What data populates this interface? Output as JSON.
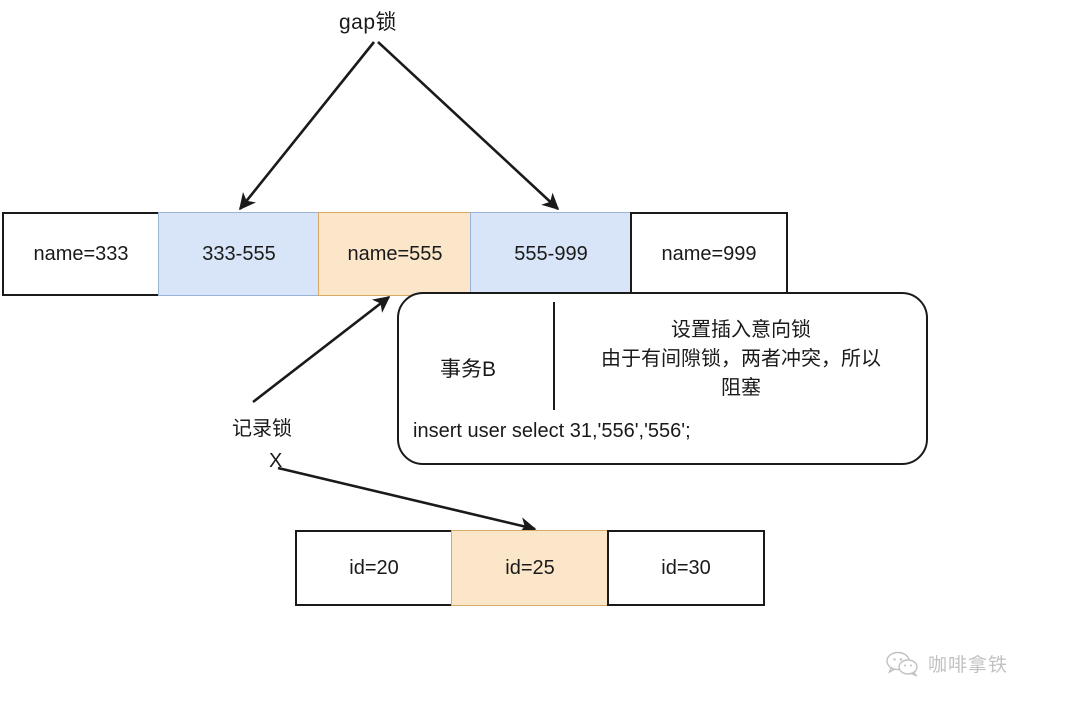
{
  "diagram": {
    "title": "gap锁",
    "record_lock_label": "记录锁",
    "x_mark": "X"
  },
  "index_row": {
    "cells": [
      {
        "label": "name=333",
        "kind": "key"
      },
      {
        "label": "333-555",
        "kind": "gap"
      },
      {
        "label": "name=555",
        "kind": "record"
      },
      {
        "label": "555-999",
        "kind": "gap"
      },
      {
        "label": "name=999",
        "kind": "key"
      }
    ]
  },
  "id_row": {
    "cells": [
      {
        "label": "id=20",
        "kind": "key"
      },
      {
        "label": "id=25",
        "kind": "record"
      },
      {
        "label": "id=30",
        "kind": "key"
      }
    ]
  },
  "callout": {
    "transaction": "事务B",
    "note_line1": "设置插入意向锁",
    "note_line2": "由于有间隙锁，两者冲突，所以",
    "note_line3": "阻塞",
    "sql": "insert user select 31,'556','556';"
  },
  "watermark": {
    "text": "咖啡拿铁",
    "icon": "wechat-icon"
  },
  "colors": {
    "gap_fill": "#d8e5f8",
    "gap_stroke": "#9ab2d6",
    "record_fill": "#fce6ca",
    "record_stroke": "#d8a866",
    "line": "#1a1a1a",
    "text": "#1a1a1a",
    "background": "#ffffff"
  }
}
